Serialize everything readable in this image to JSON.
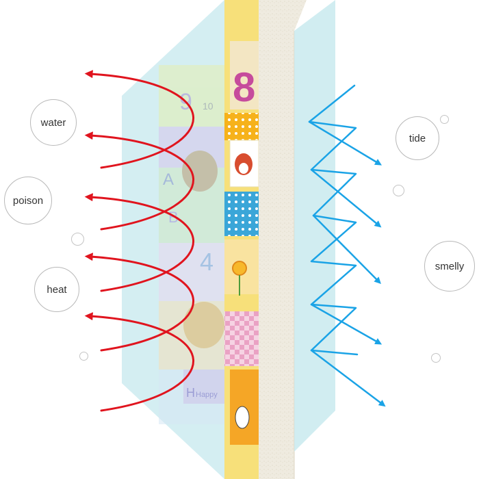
{
  "labels": {
    "left": [
      "water",
      "poison",
      "heat"
    ],
    "right": [
      "tide",
      "smelly"
    ]
  },
  "colors": {
    "red_arrows": "#e0141e",
    "blue_arrows": "#1aa3e6",
    "film": "#bfe6ec",
    "foam": "#efebe0",
    "label_border": "#b8b8b8"
  },
  "mat": {
    "numbers": [
      "8",
      "9",
      "10",
      "4"
    ],
    "letters": [
      "A",
      "B",
      "H"
    ],
    "word": "Happy"
  }
}
